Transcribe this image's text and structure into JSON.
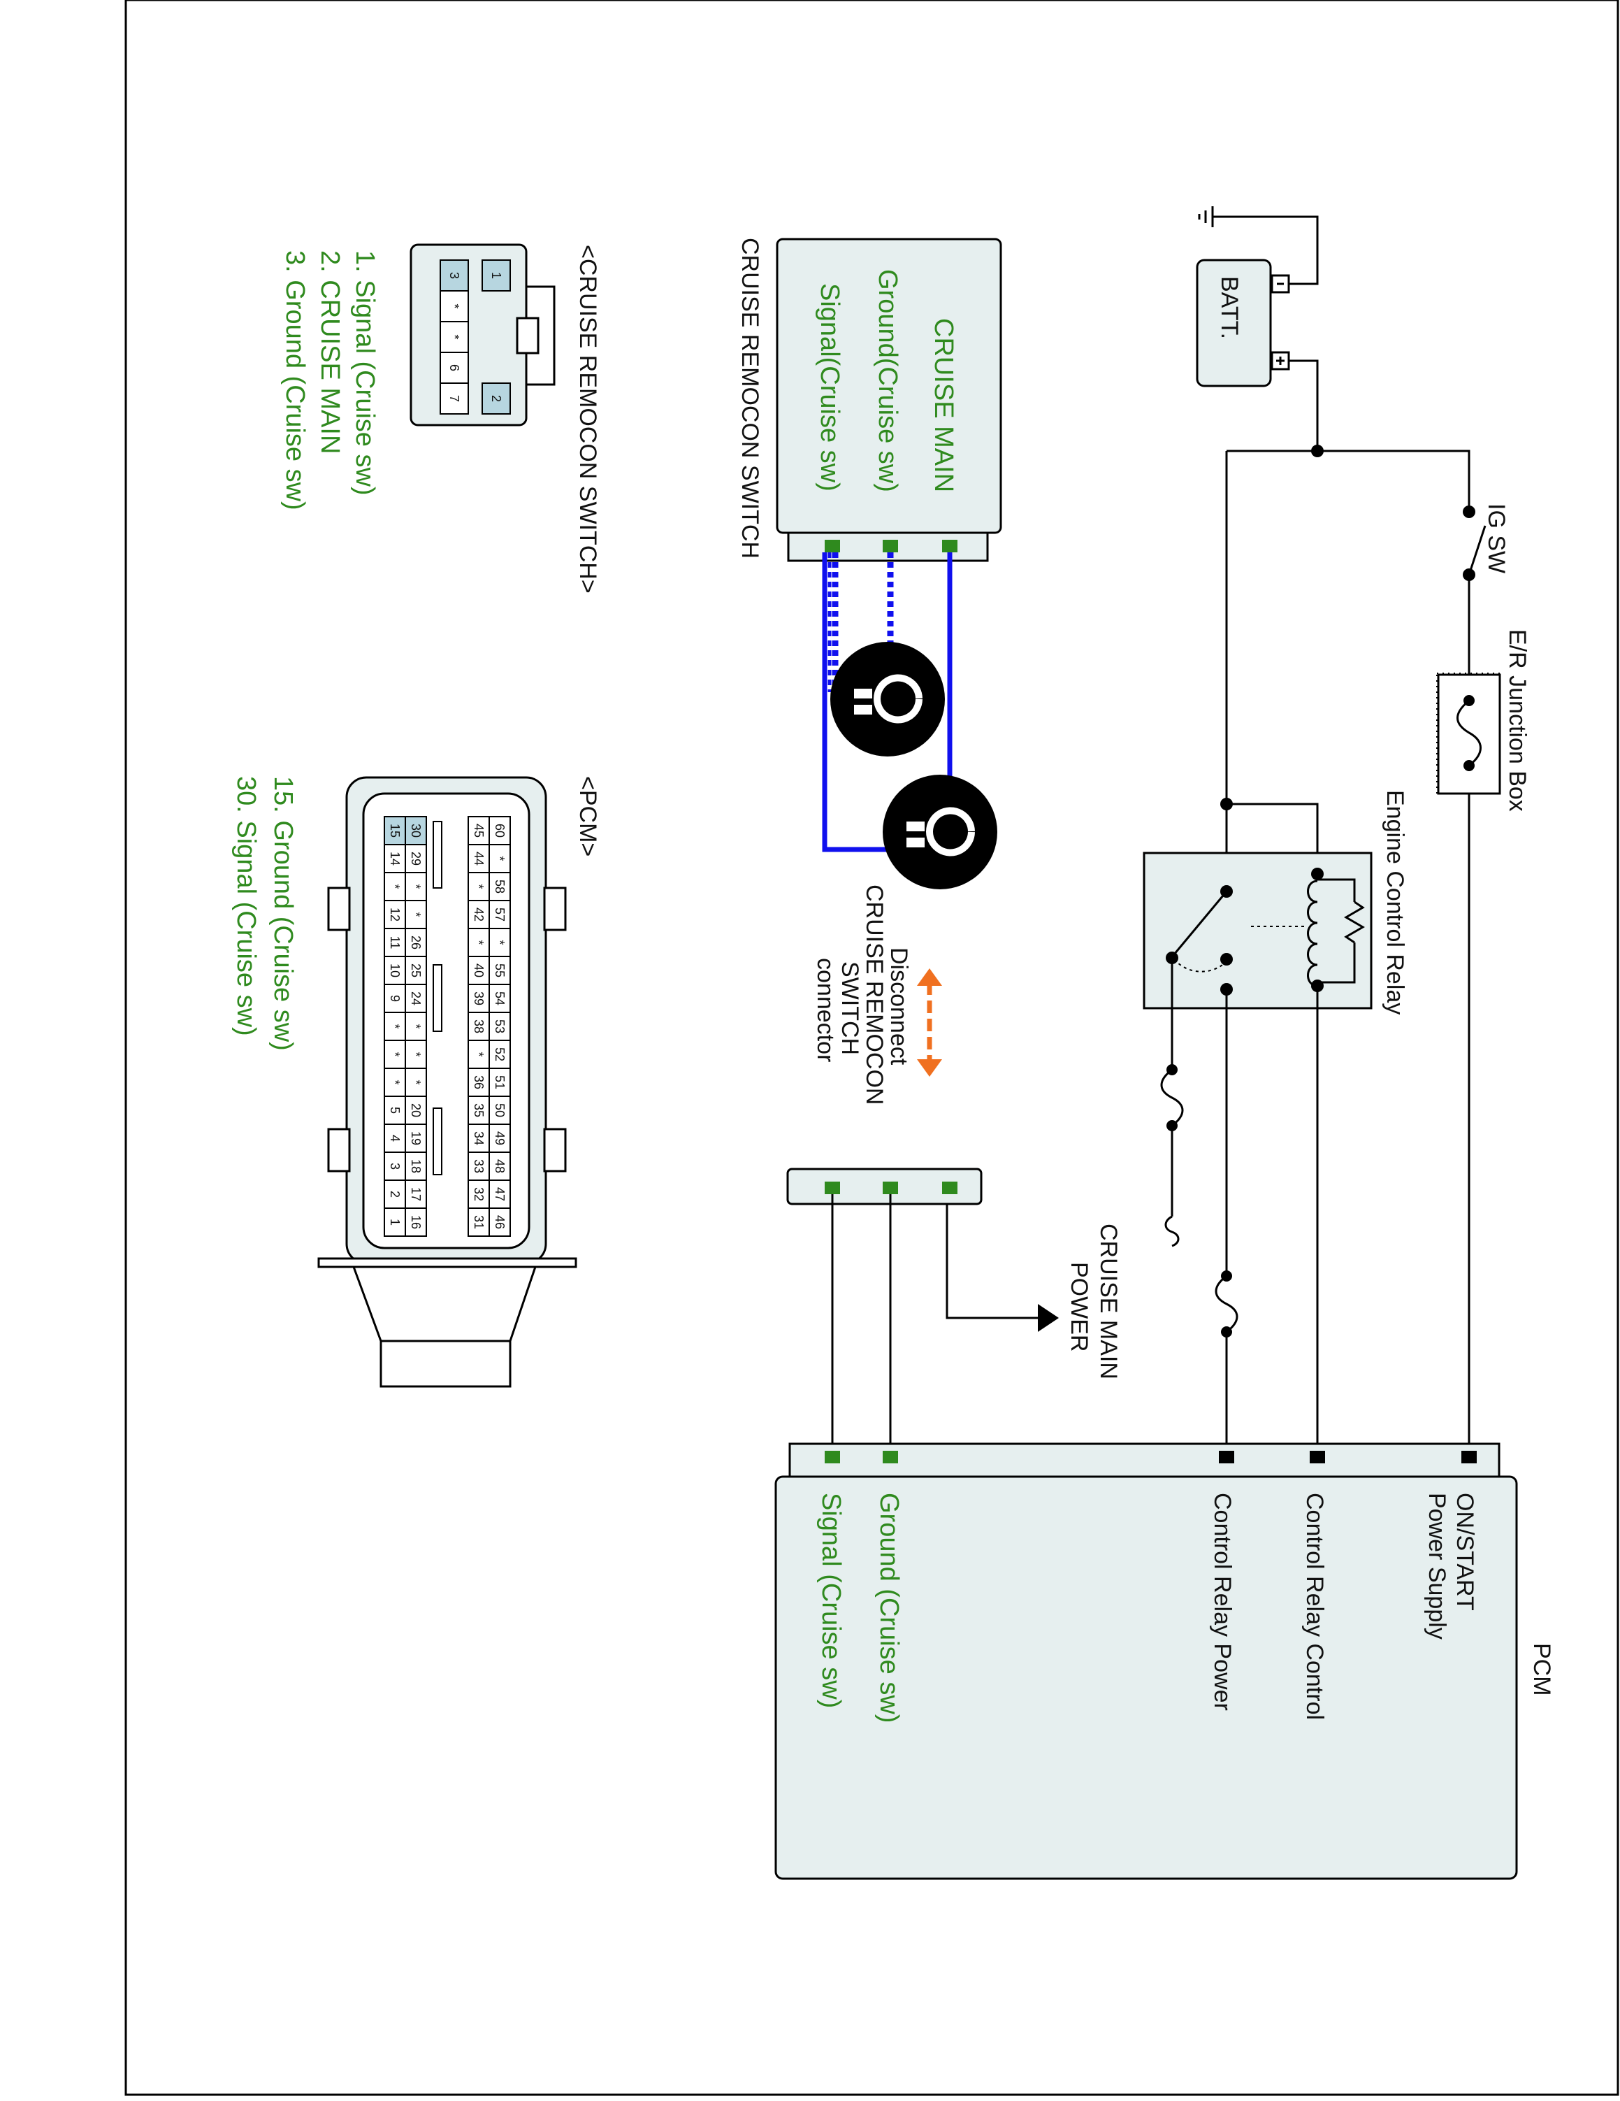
{
  "colors": {
    "wire": "#000000",
    "blue_wire": "#1010ee",
    "green_text": "#2f8a1e",
    "panel": "#e6efef",
    "pin_highlight": "#b7d6e0",
    "arrow_orange": "#f07020"
  },
  "components": {
    "battery": "BATT.",
    "ig_sw": "IG SW",
    "junction_box": "E/R Junction Box",
    "relay": "Engine Control Relay",
    "cruise_main_power": [
      "CRUISE MAIN",
      "POWER"
    ],
    "disconnect_note": [
      "Disconnect",
      "CRUISE REMOCON",
      "SWITCH",
      "connector"
    ]
  },
  "switch_box": {
    "title": "CRUISE REMOCON SWITCH",
    "pins": [
      "CRUISE MAIN",
      "Ground(Cruise sw)",
      "Signal(Cruise sw)"
    ]
  },
  "pcm_box": {
    "title": "PCM",
    "top_labels": [
      "ON/START",
      "Power Supply",
      "Control Relay Control",
      "Control Relay Power"
    ],
    "green_labels": [
      "Ground (Cruise sw)",
      "Signal (Cruise sw)"
    ]
  },
  "connector_switch": {
    "title": "<CRUISE REMOCON SWITCH>",
    "row1": [
      "1",
      "",
      "",
      "",
      "2"
    ],
    "row2": [
      "3",
      "*",
      "*",
      "6",
      "7"
    ],
    "legend": [
      "1. Signal (Cruise sw)",
      "2. CRUISE MAIN",
      "3. Ground (Cruise sw)"
    ]
  },
  "connector_pcm": {
    "title": "<PCM>",
    "row_a": [
      "60",
      "*",
      "58",
      "57",
      "*",
      "55",
      "54",
      "53",
      "52",
      "51",
      "50",
      "49",
      "48",
      "47",
      "46"
    ],
    "row_b": [
      "45",
      "44",
      "*",
      "42",
      "*",
      "40",
      "39",
      "38",
      "*",
      "36",
      "35",
      "34",
      "33",
      "32",
      "31"
    ],
    "row_c": [
      "30",
      "29",
      "*",
      "*",
      "26",
      "25",
      "24",
      "*",
      "*",
      "*",
      "20",
      "19",
      "18",
      "17",
      "16"
    ],
    "row_d": [
      "15",
      "14",
      "*",
      "12",
      "11",
      "10",
      "9",
      "*",
      "*",
      "*",
      "5",
      "4",
      "3",
      "2",
      "1"
    ],
    "legend": [
      "15. Ground (Cruise sw)",
      "30. Signal (Cruise sw)"
    ]
  },
  "icons": [
    "ground-symbol-icon",
    "disconnect-connector-icon",
    "fuse-icon",
    "relay-coil-icon"
  ]
}
